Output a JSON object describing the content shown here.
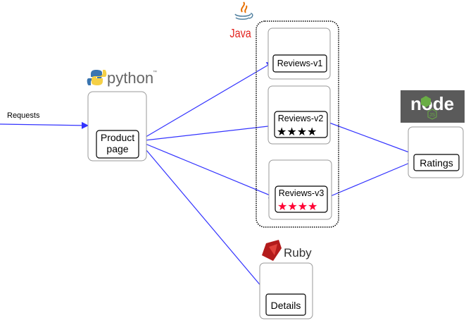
{
  "colors": {
    "arrow": "#3333ff",
    "box_border": "#999999",
    "inner_border": "#000000",
    "red_star": "#ff0033",
    "node_bg": "#5a5a5a",
    "node_green": "#6aad45",
    "ruby_red": "#b31b1b"
  },
  "edges": [
    {
      "from": "external",
      "to": "productpage",
      "label": "Requests"
    },
    {
      "from": "productpage",
      "to": "reviews-v1"
    },
    {
      "from": "productpage",
      "to": "reviews-v2"
    },
    {
      "from": "productpage",
      "to": "reviews-v3"
    },
    {
      "from": "productpage",
      "to": "details"
    },
    {
      "from": "reviews-v2",
      "to": "ratings"
    },
    {
      "from": "reviews-v3",
      "to": "ratings"
    }
  ],
  "labels": {
    "requests": "Requests",
    "python": "python",
    "python_tm": "™",
    "java": "Java",
    "ruby": "Ruby",
    "node": "node",
    "node_js": "JS"
  },
  "services": {
    "productpage": {
      "line1": "Product",
      "line2": "page",
      "icon": "python-logo"
    },
    "reviews_v1": {
      "name": "Reviews-v1",
      "stars": 0,
      "icon": "java-logo"
    },
    "reviews_v2": {
      "name": "Reviews-v2",
      "stars": 4,
      "star_color": "black",
      "stars_text": "★★★★"
    },
    "reviews_v3": {
      "name": "Reviews-v3",
      "stars": 4,
      "star_color": "red",
      "stars_text": "★★★★"
    },
    "ratings": {
      "name": "Ratings",
      "icon": "nodejs-logo"
    },
    "details": {
      "name": "Details",
      "icon": "ruby-logo"
    }
  }
}
